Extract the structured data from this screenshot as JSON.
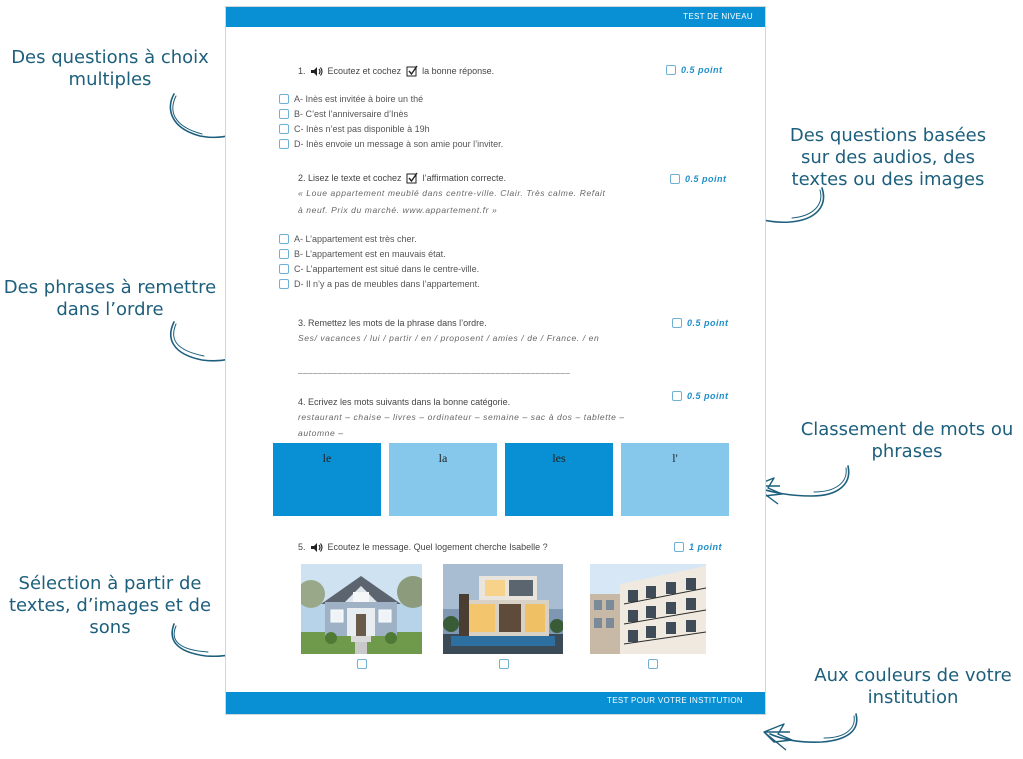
{
  "callouts": {
    "mcq": "Des questions à choix multiples",
    "media": "Des questions basées sur des audios, des textes ou des images",
    "order": "Des phrases à remettre dans l’ordre",
    "classify": "Classement de mots ou phrases",
    "select": "Sélection à partir de textes, d’images et de sons",
    "colors": "Aux couleurs de votre institution"
  },
  "sheet": {
    "header": "TEST DE NIVEAU",
    "footer": "TEST POUR VOTRE INSTITUTION"
  },
  "q1": {
    "number": "1.",
    "before": "Ecoutez et cochez",
    "after": "la bonne réponse.",
    "points": "0.5 point",
    "options": [
      "A- Inès est invitée à boire un thé",
      "B- C’est l’anniversaire d’Inès",
      "C- Inès n’est pas disponible à 19h",
      "D- Inès envoie un message à son amie pour l’inviter."
    ]
  },
  "q2": {
    "before": "2. Lisez le texte et cochez",
    "after": "l’affirmation correcte.",
    "points": "0.5 point",
    "text_line1": "« Loue appartement meublé dans centre-ville. Clair. Très calme. Refait",
    "text_line2": "à neuf. Prix du marché. www.appartement.fr »",
    "options": [
      "A- L’appartement est très cher.",
      "B- L’appartement est en mauvais état.",
      "C- L’appartement est situé dans le centre-ville.",
      "D- Il n’y a pas de meubles dans l’appartement."
    ]
  },
  "q3": {
    "title": "3. Remettez les mots de la phrase dans l’ordre.",
    "points": "0.5 point",
    "words": "Ses/ vacances / lui / partir / en / proposent / amies / de / France. / en",
    "answer_line": "_______________________________________________________"
  },
  "q4": {
    "title": "4.  Ecrivez les mots suivants dans la bonne catégorie.",
    "points": "0.5 point",
    "words_line1": "restaurant – chaise – livres – ordinateur – semaine  – sac à dos – tablette –",
    "words_line2": "automne –",
    "categories": [
      "le",
      "la",
      "les",
      "l'"
    ]
  },
  "q5": {
    "number": "5.",
    "title": "Ecoutez le message. Quel logement cherche Isabelle ?",
    "points": "1 point"
  },
  "colors": {
    "brand_blue": "#0990d4",
    "light_blue": "#86c8ec",
    "callout_text": "#1d5f7c"
  },
  "icons": [
    "speaker-icon",
    "checked-box-icon",
    "checkbox-icon",
    "scribble-arrow-icon"
  ]
}
